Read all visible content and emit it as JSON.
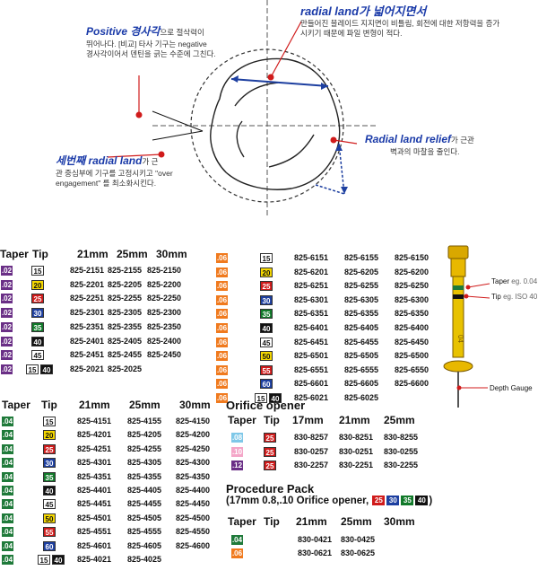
{
  "colors": {
    "purple": "#5b2a86",
    "green": "#1f7a3a",
    "orange": "#f07a1e",
    "pink_light": "#e7a2cf",
    "pink": "#d27cb7",
    "purple2": "#6a2f86",
    "iso15": "#ffffff",
    "iso20": "#f5d800",
    "iso25": "#d01b1b",
    "iso30": "#1d3fa0",
    "iso35": "#117a2a",
    "iso40": "#111111",
    "iso45": "#ffffff",
    "iso50": "#f5d800",
    "iso55": "#d01b1b",
    "iso60": "#1d3fa0"
  },
  "diagram": {
    "positive_title": "Positive 경사각",
    "positive_title_suffix": "으로 절삭력이",
    "positive_lines": [
      "뛰어나다. [비교] 타사 기구는 negative",
      "경사각이어서 덴틴을 긁는 수준에 그친다."
    ],
    "radial_title": "radial land가 넓어지면서",
    "radial_lines": [
      "만들어진 블레이드 지지면이 비틀림, 회전에 대한 저항력을 증가",
      "시키기 때문에 파일 변형이 적다."
    ],
    "third_title": "세번째 radial land",
    "third_title_suffix": "가 근",
    "third_lines": [
      "관 중심부에 기구를 고정시키고 \"over",
      "engagement\" 를 최소화시킨다."
    ],
    "relief_title": "Radial land relief",
    "relief_suffix": "가 근관",
    "relief_lines": [
      "벽과의 마찰을 줄인다."
    ]
  },
  "table1": {
    "headers": [
      "Taper",
      "Tip",
      "21mm",
      "25mm",
      "30mm"
    ],
    "rows": [
      {
        "taper": ".02",
        "tip": "15",
        "c21": "825-2151",
        "c25": "825-2155",
        "c30": "825-2150"
      },
      {
        "taper": ".02",
        "tip": "20",
        "c21": "825-2201",
        "c25": "825-2205",
        "c30": "825-2200"
      },
      {
        "taper": ".02",
        "tip": "25",
        "c21": "825-2251",
        "c25": "825-2255",
        "c30": "825-2250"
      },
      {
        "taper": ".02",
        "tip": "30",
        "c21": "825-2301",
        "c25": "825-2305",
        "c30": "825-2300"
      },
      {
        "taper": ".02",
        "tip": "35",
        "c21": "825-2351",
        "c25": "825-2355",
        "c30": "825-2350"
      },
      {
        "taper": ".02",
        "tip": "40",
        "c21": "825-2401",
        "c25": "825-2405",
        "c30": "825-2400"
      },
      {
        "taper": ".02",
        "tip": "45",
        "c21": "825-2451",
        "c25": "825-2455",
        "c30": "825-2450"
      },
      {
        "taper": ".02",
        "tip": "15",
        "tip2": "40",
        "c21": "825-2021",
        "c25": "825-2025",
        "c30": ""
      }
    ]
  },
  "table2": {
    "rows": [
      {
        "taper": ".06",
        "tip": "15",
        "c21": "825-6151",
        "c25": "825-6155",
        "c30": "825-6150"
      },
      {
        "taper": ".06",
        "tip": "20",
        "c21": "825-6201",
        "c25": "825-6205",
        "c30": "825-6200"
      },
      {
        "taper": ".06",
        "tip": "25",
        "c21": "825-6251",
        "c25": "825-6255",
        "c30": "825-6250"
      },
      {
        "taper": ".06",
        "tip": "30",
        "c21": "825-6301",
        "c25": "825-6305",
        "c30": "825-6300"
      },
      {
        "taper": ".06",
        "tip": "35",
        "c21": "825-6351",
        "c25": "825-6355",
        "c30": "825-6350"
      },
      {
        "taper": ".06",
        "tip": "40",
        "c21": "825-6401",
        "c25": "825-6405",
        "c30": "825-6400"
      },
      {
        "taper": ".06",
        "tip": "45",
        "c21": "825-6451",
        "c25": "825-6455",
        "c30": "825-6450"
      },
      {
        "taper": ".06",
        "tip": "50",
        "c21": "825-6501",
        "c25": "825-6505",
        "c30": "825-6500"
      },
      {
        "taper": ".06",
        "tip": "55",
        "c21": "825-6551",
        "c25": "825-6555",
        "c30": "825-6550"
      },
      {
        "taper": ".06",
        "tip": "60",
        "c21": "825-6601",
        "c25": "825-6605",
        "c30": "825-6600"
      },
      {
        "taper": ".06",
        "tip": "15",
        "tip2": "40",
        "c21": "825-6021",
        "c25": "825-6025",
        "c30": ""
      }
    ]
  },
  "file_labels": {
    "taper": "Taper",
    "taper_eg": "eg. 0.04",
    "tip": "Tip",
    "tip_eg": "eg. ISO 40",
    "depth": "Depth Gauge",
    "shank_text": "04"
  },
  "table3": {
    "headers": [
      "Taper",
      "Tip",
      "21mm",
      "25mm",
      "30mm"
    ],
    "rows": [
      {
        "taper": ".04",
        "tip": "15",
        "c21": "825-4151",
        "c25": "825-4155",
        "c30": "825-4150"
      },
      {
        "taper": ".04",
        "tip": "20",
        "c21": "825-4201",
        "c25": "825-4205",
        "c30": "825-4200"
      },
      {
        "taper": ".04",
        "tip": "25",
        "c21": "825-4251",
        "c25": "825-4255",
        "c30": "825-4250"
      },
      {
        "taper": ".04",
        "tip": "30",
        "c21": "825-4301",
        "c25": "825-4305",
        "c30": "825-4300"
      },
      {
        "taper": ".04",
        "tip": "35",
        "c21": "825-4351",
        "c25": "825-4355",
        "c30": "825-4350"
      },
      {
        "taper": ".04",
        "tip": "40",
        "c21": "825-4401",
        "c25": "825-4405",
        "c30": "825-4400"
      },
      {
        "taper": ".04",
        "tip": "45",
        "c21": "825-4451",
        "c25": "825-4455",
        "c30": "825-4450"
      },
      {
        "taper": ".04",
        "tip": "50",
        "c21": "825-4501",
        "c25": "825-4505",
        "c30": "825-4500"
      },
      {
        "taper": ".04",
        "tip": "55",
        "c21": "825-4551",
        "c25": "825-4555",
        "c30": "825-4550"
      },
      {
        "taper": ".04",
        "tip": "60",
        "c21": "825-4601",
        "c25": "825-4605",
        "c30": "825-4600"
      },
      {
        "taper": ".04",
        "tip": "15",
        "tip2": "40",
        "c21": "825-4021",
        "c25": "825-4025",
        "c30": ""
      }
    ]
  },
  "orifice": {
    "title": "Orifice opener",
    "headers": [
      "Taper",
      "Tip",
      "17mm",
      "21mm",
      "25mm"
    ],
    "rows": [
      {
        "taper": ".08",
        "tip": "25",
        "c17": "830-8257",
        "c21": "830-8251",
        "c25": "830-8255"
      },
      {
        "taper": ".10",
        "tip": "25",
        "c17": "830-0257",
        "c21": "830-0251",
        "c25": "830-0255"
      },
      {
        "taper": ".12",
        "tip": "25",
        "c17": "830-2257",
        "c21": "830-2251",
        "c25": "830-2255"
      }
    ]
  },
  "pack": {
    "title": "Procedure Pack",
    "subtitle_pre": "(17mm 0.8,.10 Orifice opener,",
    "subtitle_post": ")",
    "tips": [
      "25",
      "30",
      "35",
      "40"
    ],
    "headers": [
      "Taper",
      "Tip",
      "21mm",
      "25mm",
      "30mm"
    ],
    "rows": [
      {
        "taper": ".04",
        "c21": "830-0421",
        "c25": "830-0425"
      },
      {
        "taper": ".06",
        "c21": "830-0621",
        "c25": "830-0625"
      }
    ]
  }
}
